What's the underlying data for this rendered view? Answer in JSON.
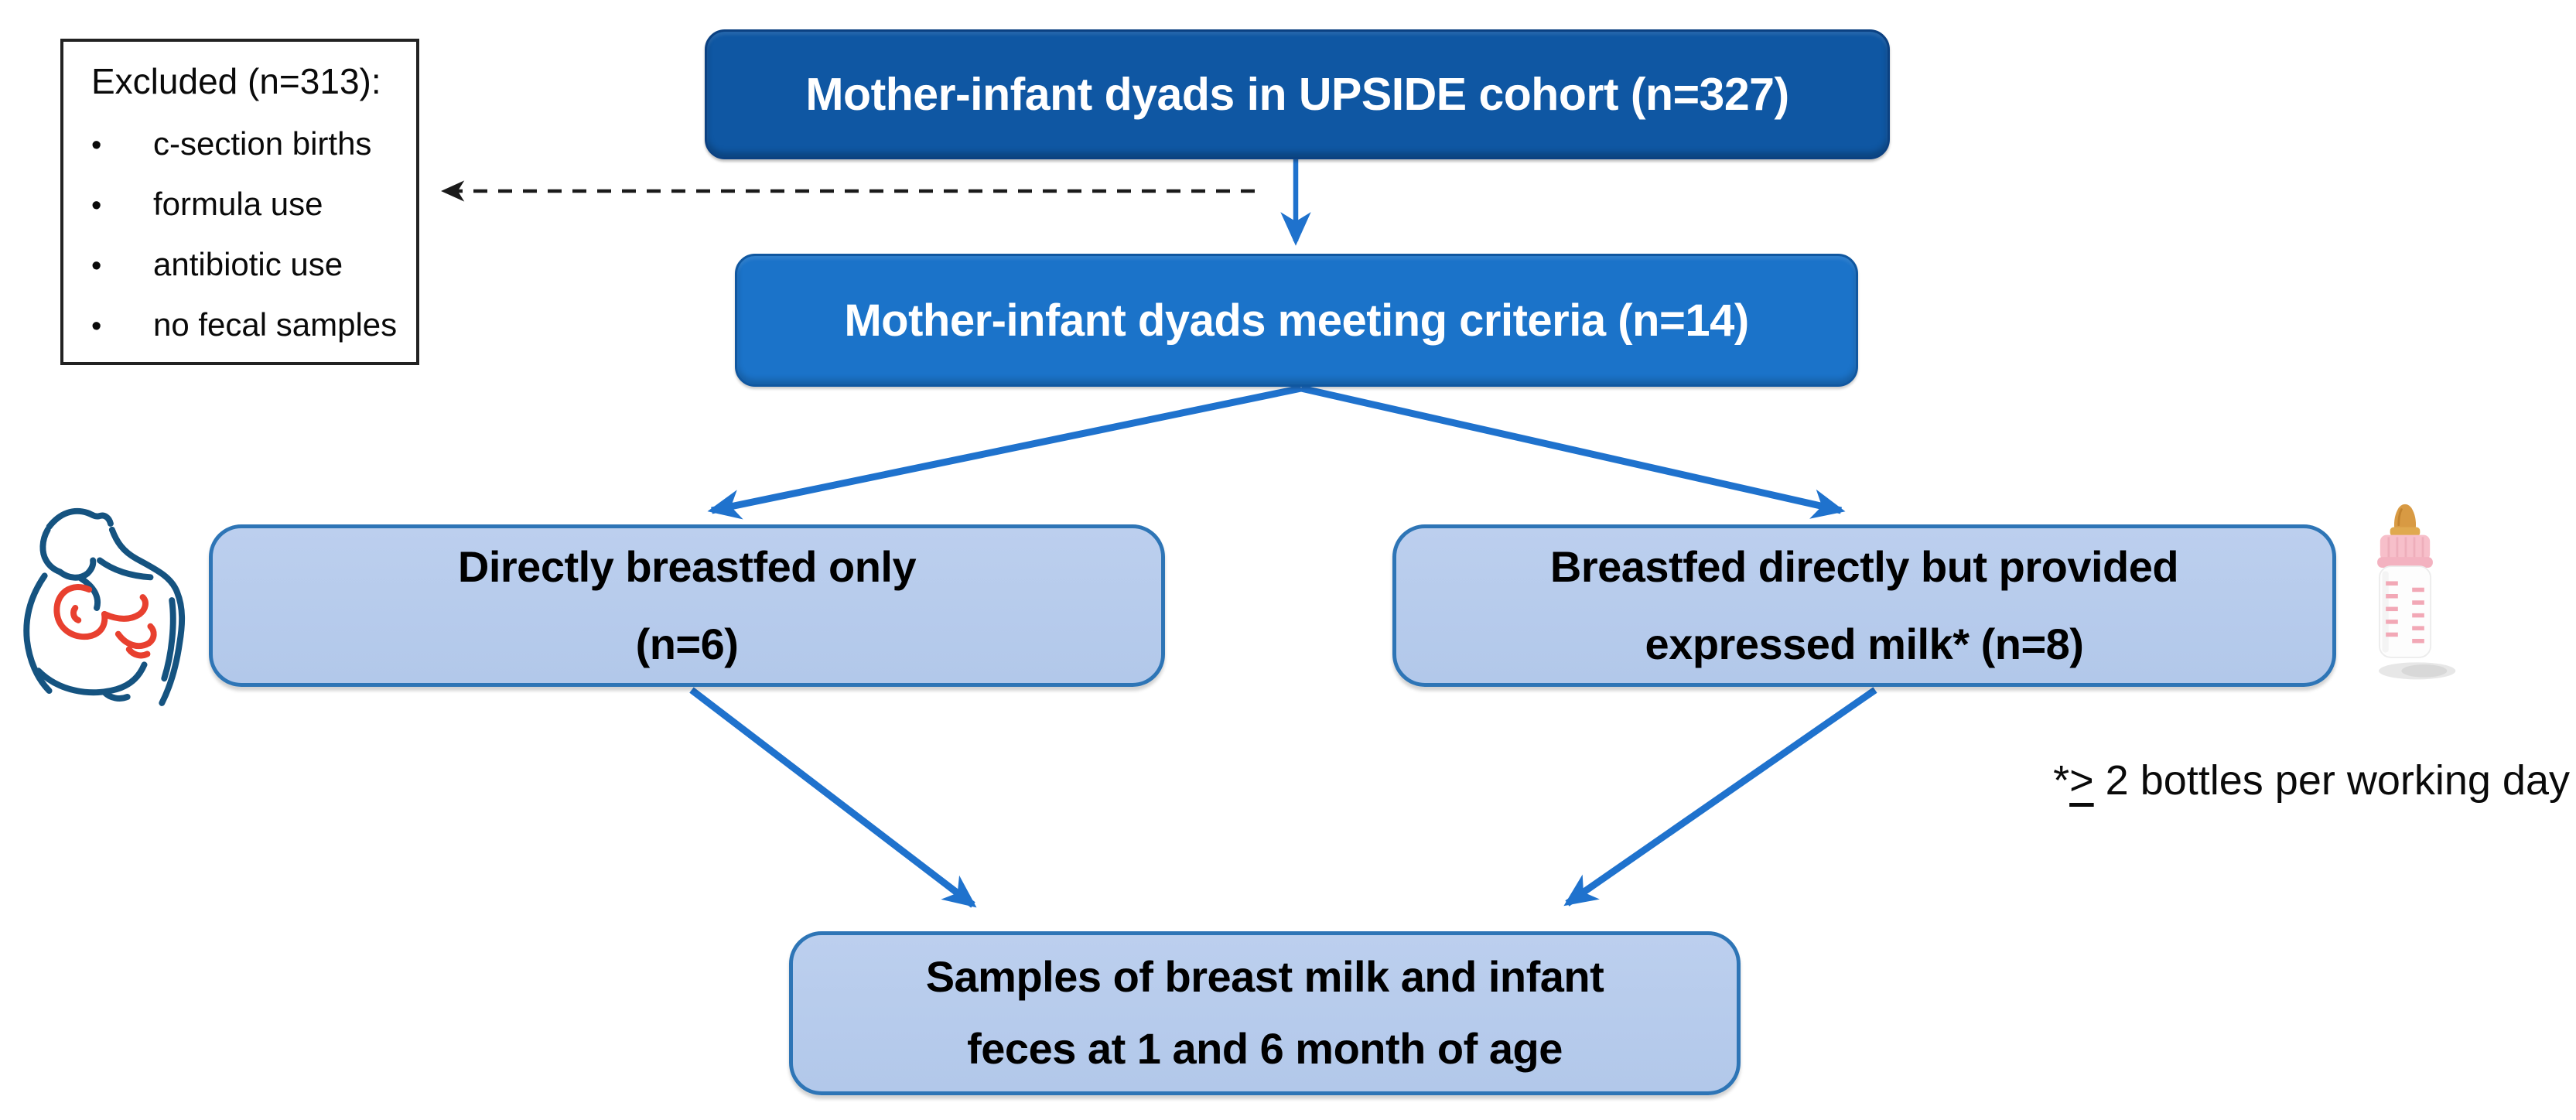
{
  "figure": {
    "type": "flow-diagram",
    "background": "#ffffff"
  },
  "boxes": {
    "cohort": {
      "label": "Mother-infant dyads in UPSIDE cohort (n=327)"
    },
    "criteria": {
      "label": "Mother-infant dyads meeting criteria (n=14)"
    },
    "direct": {
      "line1": "Directly breastfed only",
      "line2": "(n=6)"
    },
    "expressed": {
      "line1": "Breastfed directly but provided",
      "line2": "expressed milk* (n=8)"
    },
    "samples": {
      "line1": "Samples of breast milk and infant",
      "line2": "feces at 1 and 6 month of age"
    }
  },
  "excluded": {
    "title": "Excluded (n=313):",
    "bullet": "•",
    "items": [
      "c-section births",
      "formula use",
      "antibiotic use",
      "no fecal samples"
    ]
  },
  "footnote": {
    "star": "*",
    "gte": ">",
    "rest": " 2 bottles per working day"
  },
  "icons": {
    "mother": "breastfeeding-mother",
    "bottle": "baby-bottle"
  },
  "colors": {
    "box1-fill": "#0f57a3",
    "box2-fill": "#1b73c9",
    "light-fill": "#b2c8ea",
    "light-border": "#2e75b6",
    "arrow-blue": "#1f72cd",
    "dash-black": "#1a1a1a",
    "icon-blue": "#155380",
    "icon-red": "#e8402f",
    "text-dark": "#000000",
    "text-white": "#ffffff"
  }
}
